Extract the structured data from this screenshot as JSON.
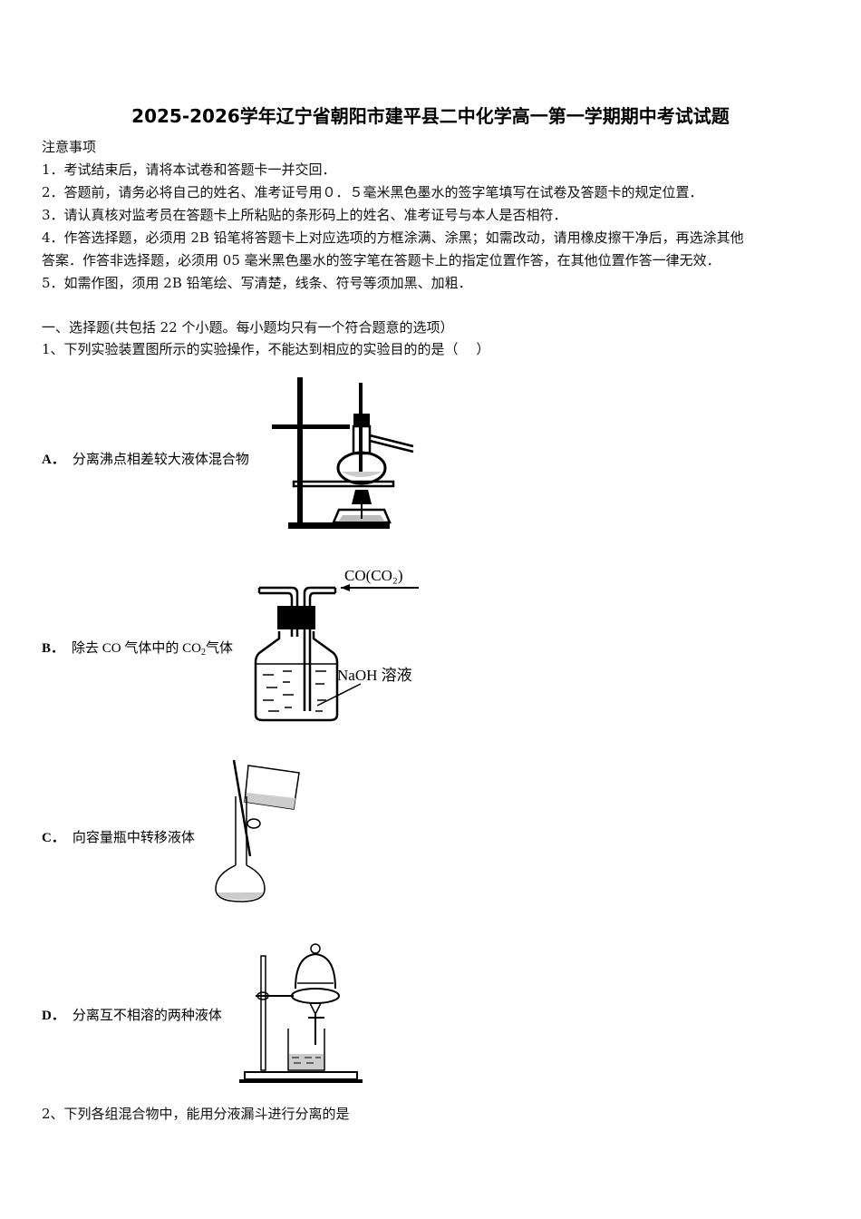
{
  "document": {
    "title": "2025-2026学年辽宁省朝阳市建平县二中化学高一第一学期期中考试试题"
  },
  "notice": {
    "heading": "注意事项",
    "items": [
      "1．考试结束后，请将本试卷和答题卡一并交回．",
      "2．答题前，请务必将自己的姓名、准考证号用０．５毫米黑色墨水的签字笔填写在试卷及答题卡的规定位置．",
      "3．请认真核对监考员在答题卡上所粘贴的条形码上的姓名、准考证号与本人是否相符．",
      "4．作答选择题，必须用 2B 铅笔将答题卡上对应选项的方框涂满、涂黑；如需改动，请用橡皮擦干净后，再选涂其他",
      "答案．作答非选择题，必须用 05 毫米黑色墨水的签字笔在答题卡上的指定位置作答，在其他位置作答一律无效．",
      "5．如需作图，须用 2B 铅笔绘、写清楚，线条、符号等须加黑、加粗．"
    ]
  },
  "section": {
    "heading": "一、选择题(共包括 22 个小题。每小题均只有一个符合题意的选项）"
  },
  "questions": [
    {
      "stem": "1、下列实验装置图所示的实验操作，不能达到相应的实验目的的是（　 ）",
      "options": [
        {
          "letter": "A．",
          "text": "分离沸点相差较大液体混合物",
          "figure": "distillation-apparatus"
        },
        {
          "letter": "B．",
          "text_before": "除去 CO 气体中的 CO",
          "subscript": "2",
          "text_after": "气体",
          "figure": "gas-washing-bottle",
          "figure_labels": {
            "gas_in": "CO(CO₂)",
            "solution": "NaOH 溶液"
          }
        },
        {
          "letter": "C．",
          "text": "向容量瓶中转移液体",
          "figure": "volumetric-flask-transfer"
        },
        {
          "letter": "D．",
          "text": "分离互不相溶的两种液体",
          "figure": "separatory-funnel"
        }
      ]
    },
    {
      "stem": "2、下列各组混合物中，能用分液漏斗进行分离的是"
    }
  ]
}
